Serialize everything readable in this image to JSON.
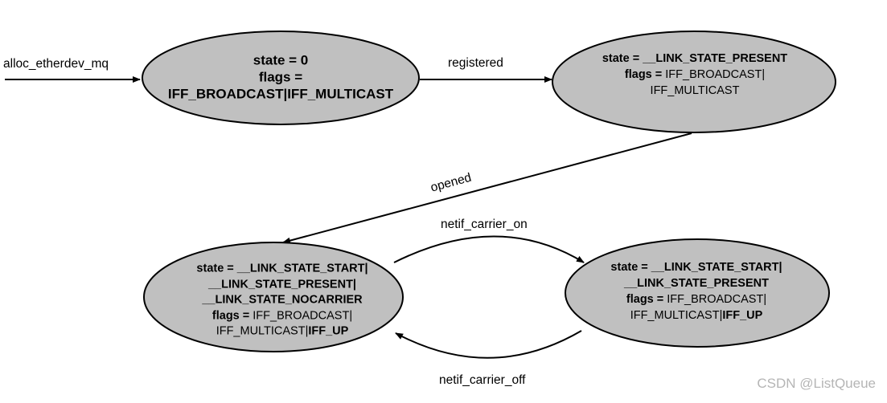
{
  "entry_label": "alloc_etherdev_mq",
  "states": {
    "initial": {
      "line1": "state = 0",
      "line2": "flags =",
      "line3": "IFF_BROADCAST|IFF_MULTICAST"
    },
    "registered": {
      "state_prefix": "state = ",
      "state_value": "__LINK_STATE_PRESENT",
      "flags_prefix": "flags = ",
      "flags_value1": "IFF_BROADCAST|",
      "flags_value2": "IFF_MULTICAST"
    },
    "opened_no_carrier": {
      "state_prefix": "state = ",
      "state_value1": "__LINK_STATE_START|",
      "state_value2": "__LINK_STATE_PRESENT|",
      "state_value3": "__LINK_STATE_NOCARRIER",
      "flags_prefix": "flags = ",
      "flags_value1": "IFF_BROADCAST|",
      "flags_value2a": "IFF_MULTICAST|",
      "flags_value2b": "IFF_UP"
    },
    "opened_carrier": {
      "state_prefix": "state = ",
      "state_value1": "__LINK_STATE_START|",
      "state_value2": "__LINK_STATE_PRESENT",
      "flags_prefix": "flags = ",
      "flags_value1": "IFF_BROADCAST|",
      "flags_value2a": "IFF_MULTICAST|",
      "flags_value2b": "IFF_UP"
    }
  },
  "transitions": {
    "registered": "registered",
    "opened": "opened",
    "carrier_on": "netif_carrier_on",
    "carrier_off": "netif_carrier_off"
  },
  "watermark": "CSDN @ListQueue",
  "colors": {
    "node_fill": "#c0c0c0",
    "stroke": "#000000",
    "watermark": "#b5b5b5"
  }
}
